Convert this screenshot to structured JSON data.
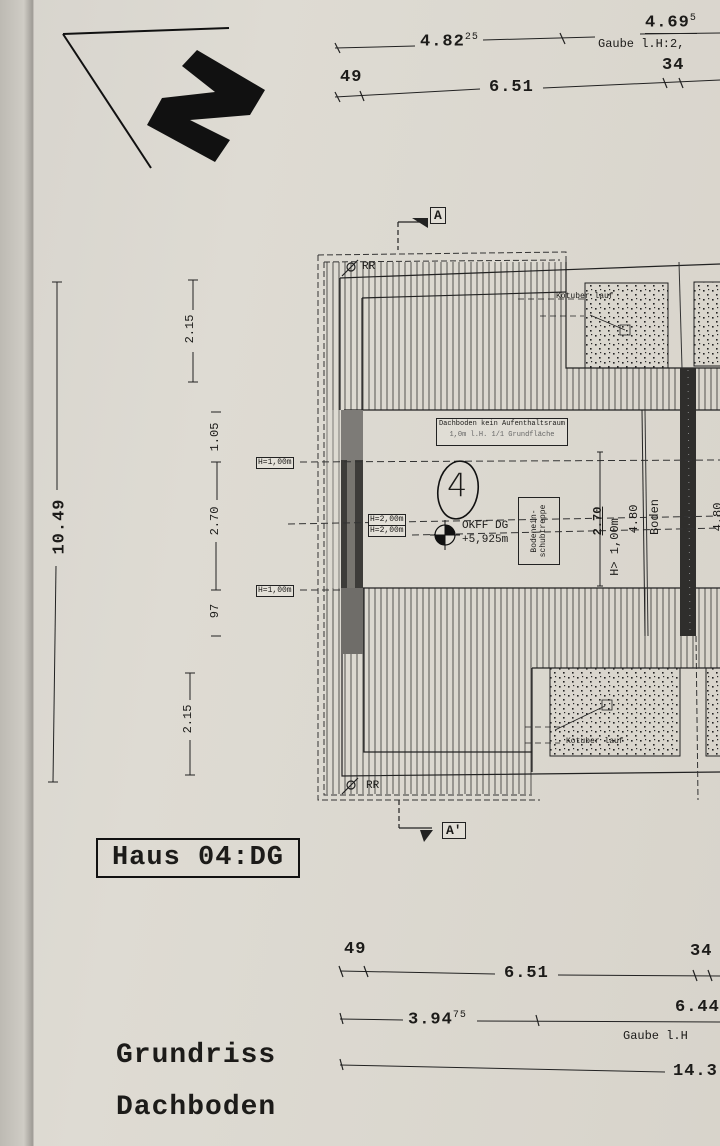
{
  "document": {
    "type": "architectural floor plan (scanned)",
    "house_label": "Haus 04:DG",
    "plan_title_line1": "Grundriss",
    "plan_title_line2": "Dachboden",
    "handwritten_unit_number": "4",
    "north_arrow_letter": "N"
  },
  "dimensions_top": {
    "row1_left": "4.82",
    "row1_left_sup": "25",
    "row1_right": "4.69",
    "row1_right_sup": "5",
    "row1_right_note": "Gaube l.H:2,",
    "row2_left": "49",
    "row2_mid": "6.51",
    "row2_right": "34"
  },
  "dimensions_bottom": {
    "row1_left": "49",
    "row1_mid": "6.51",
    "row1_right": "34",
    "row2_left": "3.94",
    "row2_left_sup": "75",
    "row2_right": "6.44",
    "row2_right_note": "Gaube l.H",
    "row3_right": "14.3"
  },
  "dimensions_left": {
    "overall": "10.49",
    "segments": [
      "2.15",
      "1.05",
      "2.70",
      "97",
      "2.15"
    ]
  },
  "plan_labels": {
    "section_top": "A",
    "section_bottom": "A'",
    "rr_top": "RR",
    "rr_bottom": "RR",
    "attic_note_line1": "Dachboden kein Aufenthaltsraum",
    "attic_note_line2": "1,0m l.H.  1/1 Grundfläche",
    "height_tags": [
      "H=1,00m",
      "H=2,00m",
      "H=2,00m",
      "H=1,00m"
    ],
    "level_label": "OKFF DG",
    "level_value": "+5,925m",
    "stair_label_line1": "Bodenein-",
    "stair_label_line2": "schubtreppe",
    "inner_dim_1": "2.70",
    "inner_dim_2": "H> 1,00m",
    "inner_dim_3": "4.80",
    "room_label": "Boden",
    "inner_dim_right": "4.80",
    "chimney_label_top": "Kotuber lauf",
    "chimney_label_bottom": "Kotuber lauf"
  },
  "colors": {
    "paper": "#dcd8cf",
    "ink": "#1c1b19",
    "wall_dark": "#3a3936",
    "wall_grey": "#7a7874"
  }
}
